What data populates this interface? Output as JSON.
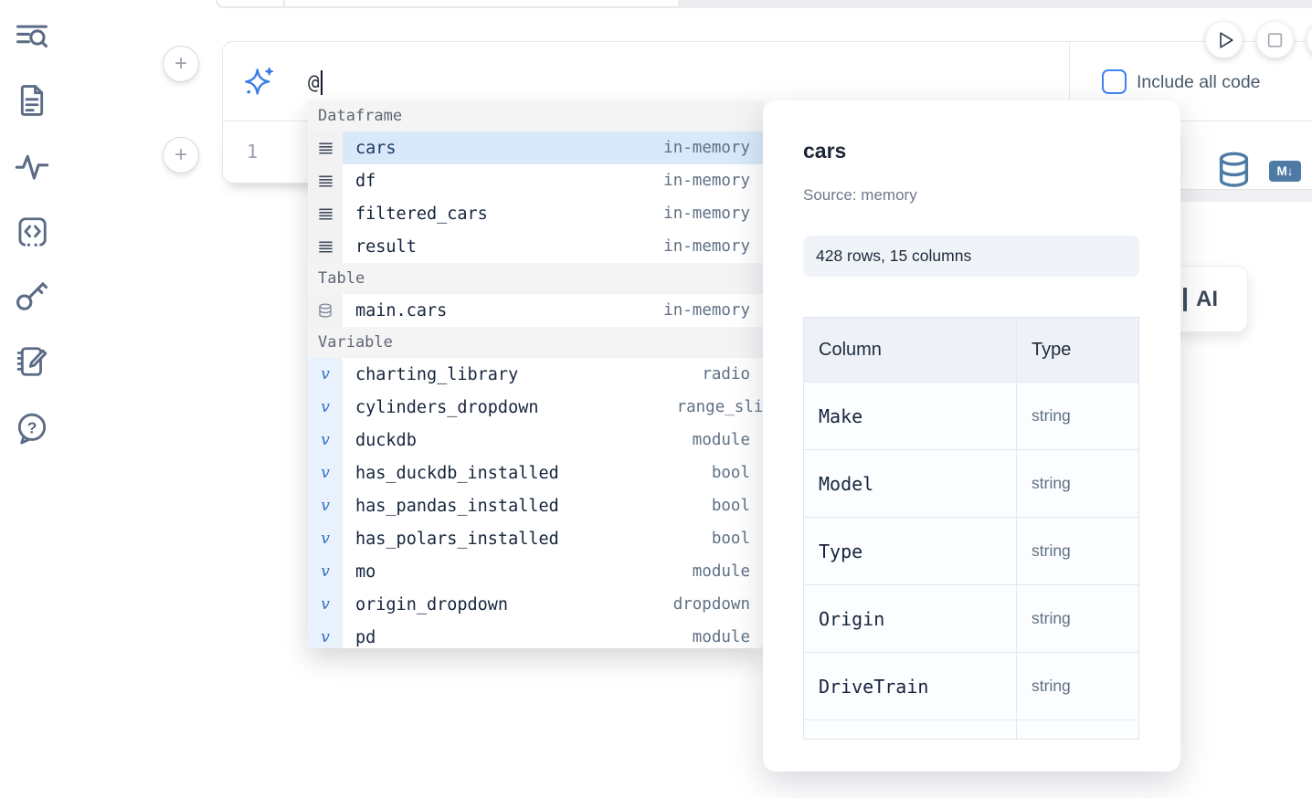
{
  "sidebar": {
    "icons": [
      "search-list",
      "document",
      "activity",
      "code-block",
      "key",
      "notebook-edit",
      "help-chat"
    ]
  },
  "top_toolbar": {
    "include_all_code_label": "Include all code"
  },
  "cell_toolbar": {
    "markdown_badge": "M↓"
  },
  "ai_prompt": {
    "value": "@"
  },
  "code_cell": {
    "line_number": "1"
  },
  "autocomplete": {
    "sections": [
      {
        "label": "Dataframe",
        "icon": "dataframe-rows-icon",
        "items": [
          {
            "name": "cars",
            "type": "in-memory",
            "selected": true
          },
          {
            "name": "df",
            "type": "in-memory"
          },
          {
            "name": "filtered_cars",
            "type": "in-memory"
          },
          {
            "name": "result",
            "type": "in-memory"
          }
        ]
      },
      {
        "label": "Table",
        "icon": "database-icon",
        "items": [
          {
            "name": "main.cars",
            "type": "in-memory"
          }
        ]
      },
      {
        "label": "Variable",
        "icon": "variable-icon",
        "items": [
          {
            "name": "charting_library",
            "type": "radio"
          },
          {
            "name": "cylinders_dropdown",
            "type": "range_slider"
          },
          {
            "name": "duckdb",
            "type": "module"
          },
          {
            "name": "has_duckdb_installed",
            "type": "bool"
          },
          {
            "name": "has_pandas_installed",
            "type": "bool"
          },
          {
            "name": "has_polars_installed",
            "type": "bool"
          },
          {
            "name": "mo",
            "type": "module"
          },
          {
            "name": "origin_dropdown",
            "type": "dropdown"
          },
          {
            "name": "pd",
            "type": "module",
            "clipped": true
          }
        ]
      }
    ]
  },
  "preview_panel": {
    "title": "cars",
    "source_label": "Source: memory",
    "shape_badge": "428 rows, 15 columns",
    "table": {
      "headers": [
        "Column",
        "Type"
      ],
      "rows": [
        [
          "Make",
          "string"
        ],
        [
          "Model",
          "string"
        ],
        [
          "Type",
          "string"
        ],
        [
          "Origin",
          "string"
        ],
        [
          "DriveTrain",
          "string"
        ]
      ]
    }
  },
  "partial_ai_button": {
    "visible_label": "AI"
  },
  "colors": {
    "accent_blue": "#3b82f6",
    "selection_blue": "#d9e9fa",
    "steel_blue": "#4e7ba6",
    "text_dark": "#1c2a3a",
    "text_gray": "#5f7084"
  }
}
